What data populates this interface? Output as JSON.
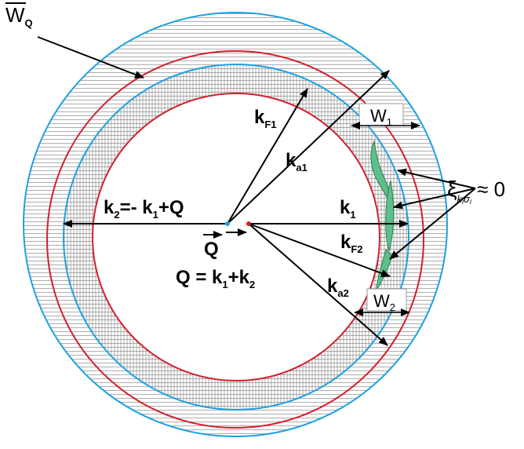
{
  "labels": {
    "w_bar": {
      "main": "W",
      "sub": "Q"
    },
    "k_f1": {
      "main": "k",
      "sub": "F1"
    },
    "k_a1": {
      "main": "k",
      "sub": "a1"
    },
    "k_f2": {
      "main": "k",
      "sub": "F2"
    },
    "k_a2": {
      "main": "k",
      "sub": "a2"
    },
    "k1": {
      "main": "k",
      "sub": "1"
    },
    "k2_eq": {
      "a": "k",
      "a_sub": "2",
      "b": "=- k",
      "b_sub": "1",
      "c": "+Q"
    },
    "q_vec": "Q",
    "q_eq": {
      "a": "Q = k",
      "a_sub": "1",
      "b": "+k",
      "b_sub": "2"
    },
    "w1": {
      "main": "W",
      "sub": "1"
    },
    "w2": {
      "main": "W",
      "sub": "2"
    },
    "xi": {
      "main": "ξ",
      "sub": "k",
      "sub_i": "i",
      "sigma": "σ",
      "sigma_i": "i",
      "tail": " ≈ 0"
    }
  },
  "colors": {
    "blue_circle": "#1ba1e2",
    "red_circle": "#d21f2b",
    "green_region": "#5fbf8c",
    "green_edge": "#2e7d50",
    "hatch": "#777777",
    "arrows": "#000000"
  }
}
